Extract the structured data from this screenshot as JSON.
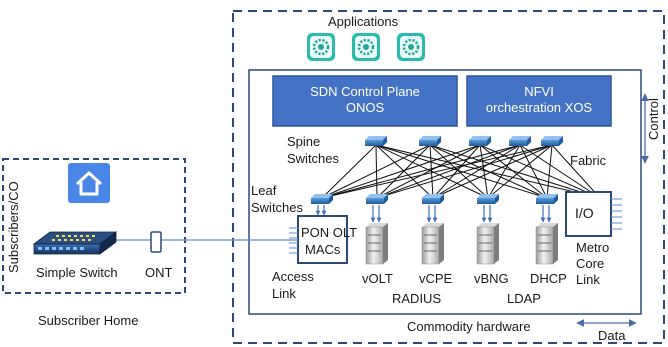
{
  "labels": {
    "applications": "Applications",
    "sdn_line1": "SDN Control Plane",
    "sdn_line2": "ONOS",
    "nfvi_line1": "NFVI",
    "nfvi_line2": "orchestration XOS",
    "spine_line1": "Spine",
    "spine_line2": "Switches",
    "leaf_line1": "Leaf",
    "leaf_line2": "Switches",
    "fabric": "Fabric",
    "control": "Control",
    "pon_line1": "PON OLT",
    "pon_line2": "MACs",
    "io": "I/O",
    "access_line1": "Access",
    "access_line2": "Link",
    "volt": "vOLT",
    "vcpe": "vCPE",
    "vbng": "vBNG",
    "dhcp": "DHCP",
    "radius": "RADIUS",
    "ldap": "LDAP",
    "metro_line1": "Metro",
    "metro_line2": "Core",
    "metro_line3": "Link",
    "commodity": "Commodity hardware",
    "data": "Data",
    "subscribers_co": "Subscribers/CO",
    "simple_switch": "Simple Switch",
    "ont": "ONT",
    "subscriber_home": "Subscriber Home"
  },
  "colors": {
    "dash_border": "#2b4a78",
    "box_fill": "#4472c4",
    "box_border": "#2f5597",
    "app_teal": "#2bbbb0",
    "home_blue": "#4a86e8",
    "fabric_line": "#111111",
    "link_line": "#5b8ed8"
  },
  "icons": {
    "apps": [
      "gear-icon",
      "gear-icon",
      "gear-icon"
    ],
    "home": "home-icon",
    "switch": "network-switch-icon",
    "servers": "server-icon"
  }
}
